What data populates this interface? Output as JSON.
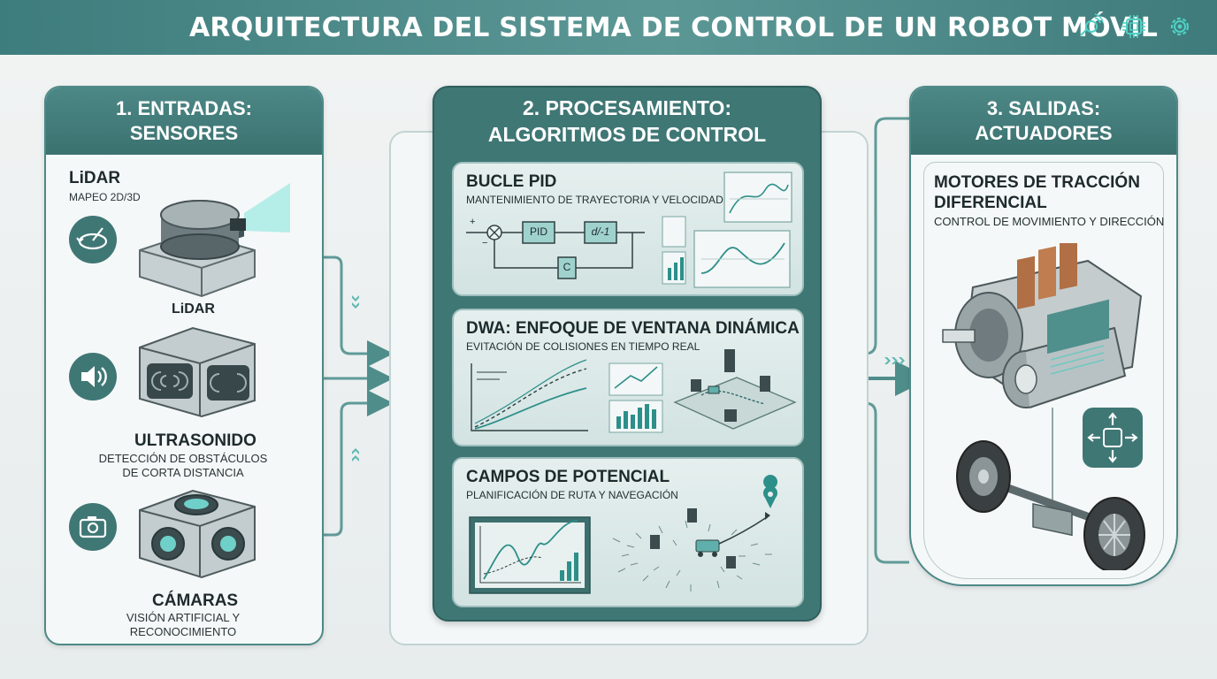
{
  "header": {
    "title": "ARQUITECTURA DEL SISTEMA DE CONTROL DE UN ROBOT MÓVIL",
    "icons": [
      "sensor-signal-icon",
      "chip-icon",
      "gear-icon"
    ]
  },
  "inputs": {
    "title_line1": "1. ENTRADAS:",
    "title_line2": "SENSORES",
    "sensors": [
      {
        "name": "LiDAR",
        "subtitle": "MAPEO 2D/3D",
        "device_label": "LiDAR",
        "icon": "rotation-scan-icon"
      },
      {
        "name": "ULTRASONIDO",
        "subtitle_line1": "DETECCIÓN DE OBSTÁCULOS",
        "subtitle_line2": "DE CORTA DISTANCIA",
        "icon": "speaker-waves-icon"
      },
      {
        "name": "CÁMARAS",
        "subtitle_line1": "VISIÓN ARTIFICIAL Y",
        "subtitle_line2": "RECONOCIMIENTO",
        "icon": "camera-icon"
      }
    ]
  },
  "processing": {
    "title_line1": "2. PROCESAMIENTO:",
    "title_line2": "ALGORITMOS DE CONTROL",
    "modules": [
      {
        "title": "BUCLE PID",
        "subtitle": "MANTENIMIENTO DE TRAYECTORIA Y VELOCIDAD",
        "diagram": {
          "sum_plus": "+",
          "sum_minus": "−",
          "block_pid": "PID",
          "block_plant": "d/-1",
          "block_feedback": "C"
        }
      },
      {
        "title": "DWA: ENFOQUE DE VENTANA DINÁMICA",
        "subtitle": "EVITACIÓN DE COLISIONES EN TIEMPO REAL"
      },
      {
        "title": "CAMPOS DE POTENCIAL",
        "subtitle": "PLANIFICACIÓN DE RUTA Y NAVEGACIÓN"
      }
    ]
  },
  "outputs": {
    "title_line1": "3. SALIDAS:",
    "title_line2": "ACTUADORES",
    "actuator_title_line1": "MOTORES DE TRACCIÓN",
    "actuator_title_line2": "DIFERENCIAL",
    "actuator_subtitle": "CONTROL DE MOVIMIENTO Y DIRECCIÓN",
    "icon": "steering-arrows-icon"
  },
  "colors": {
    "teal_dark": "#3f7775",
    "teal": "#4c8886",
    "teal_light": "#5fb0ac",
    "arrow": "#4f8d8b",
    "card_bg": "#dae8e7"
  }
}
